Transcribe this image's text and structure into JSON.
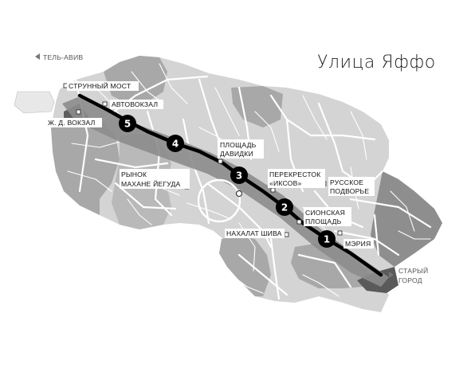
{
  "title": "Улица Яффо",
  "directions": {
    "tel_aviv": "ТЕЛЬ-АВИВ",
    "old_city_line1": "СТАРЫЙ",
    "old_city_line2": "ГОРОД"
  },
  "places": {
    "string_bridge": "СТРУННЫЙ МОСТ",
    "bus_station": "АВТОВОКЗАЛ",
    "railway_station": "Ж. Д. ВОКЗАЛ",
    "market_line1": "РЫНОК",
    "market_line2": "МАХАНЕ ЙЕГУДА",
    "davidka_line1": "ПЛОЩАДЬ",
    "davidka_line2": "ДАВИДКИ",
    "iksov_line1": "ПЕРЕКРЕСТОК",
    "iksov_line2": "«ИКСОВ»",
    "russian_line1": "РУССКОЕ",
    "russian_line2": "ПОДВОРЬЕ",
    "zion_line1": "СИОНСКАЯ",
    "zion_line2": "ПЛОЩАДЬ",
    "nahalat_shiva": "НАХАЛАТ ШИВА",
    "city_hall": "МЭРИЯ"
  },
  "stops": [
    {
      "number": "1"
    },
    {
      "number": "2"
    },
    {
      "number": "3"
    },
    {
      "number": "4"
    },
    {
      "number": "5"
    }
  ],
  "colors": {
    "district_light": "#d4d4d4",
    "district_mid": "#a8a8a8",
    "district_dark": "#6e6e6e",
    "corridor": "#8c8c8c",
    "route": "#000000"
  }
}
